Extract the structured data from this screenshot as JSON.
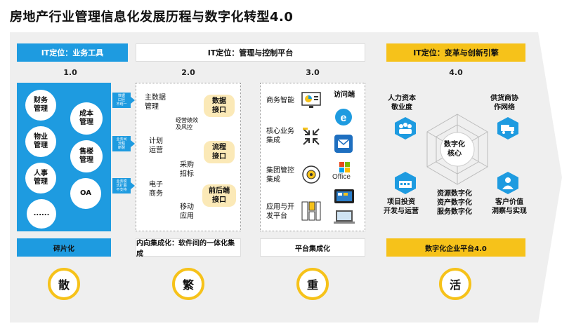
{
  "title": "房地产行业管理信息化发展历程与数字化转型4.0",
  "stages": [
    {
      "header": "IT定位：业务工具",
      "version": "1.0",
      "footer": "碎片化",
      "char": "散"
    },
    {
      "header": "IT定位：管理与控制平台",
      "version": "2.0",
      "footer": "内向集成化：软件间的一体化集成",
      "char": "繁"
    },
    {
      "version": "3.0",
      "footer": "平台集成化",
      "char": "重"
    },
    {
      "header": "IT定位：变革与创新引擎",
      "version": "4.0",
      "footer": "数字化企业平台4.0",
      "char": "活"
    }
  ],
  "stage1": {
    "bubbles": [
      "财务\n管理",
      "成本\n管理",
      "物业\n管理",
      "售楼\n管理",
      "人事\n管理",
      "OA",
      "......"
    ],
    "tags": [
      "数据\n口径\n不统一",
      "业务间\n流程\n断裂",
      "业务模\n式扩展\n不支持"
    ]
  },
  "stage2": {
    "left_items": [
      "主数据\n管理",
      "计划\n运营",
      "电子\n商务"
    ],
    "mid_items": [
      "经营绩效\n及风控",
      "采购\n招标",
      "移动\n应用"
    ],
    "boxes": [
      "数据\n接口",
      "流程\n接口",
      "前后端\n接口"
    ]
  },
  "stage3": {
    "items": [
      "商务智能",
      "核心业务\n集成",
      "集团管控\n集成",
      "应用与开\n发平台"
    ],
    "access_label": "访问端",
    "office_label": "Office"
  },
  "stage4": {
    "center": "数字化\n核心",
    "nodes": [
      "人力资本\n敬业度",
      "供货商协\n作网络",
      "项目投资\n开发与运营",
      "客户价值\n洞察与实现"
    ],
    "center_caption": "资源数字化\n资产数字化\n服务数字化"
  },
  "colors": {
    "blue": "#1e9be0",
    "yellow": "#f6c21a",
    "light_yellow": "#fbe9b7",
    "band": "#efefef"
  }
}
